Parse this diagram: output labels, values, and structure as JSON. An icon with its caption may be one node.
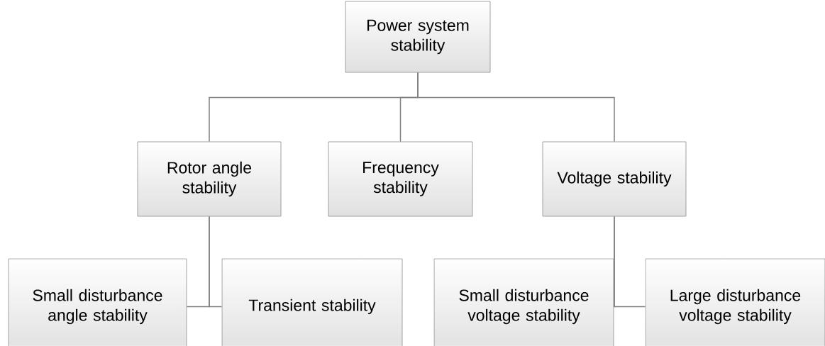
{
  "diagram": {
    "nodes": [
      {
        "text": [
          "Power system stability"
        ]
      },
      {
        "text": [
          "Rotor angle stability"
        ]
      },
      {
        "text": [
          "Frequency stability"
        ]
      },
      {
        "text": [
          "Voltage stability"
        ]
      },
      {
        "text": [
          "Small disturbance angle stability"
        ]
      },
      {
        "text": [
          "Transient stability"
        ]
      },
      {
        "text": [
          "Small disturbance voltage stability"
        ]
      },
      {
        "text": [
          "Large disturbance voltage stability"
        ]
      }
    ],
    "edges": [
      {
        "from": 0,
        "to": 1,
        "arrow": "none"
      },
      {
        "from": 0,
        "to": 2,
        "arrow": "none"
      },
      {
        "from": 0,
        "to": 3,
        "arrow": "none"
      },
      {
        "from": 1,
        "to": 4,
        "arrow": "none"
      },
      {
        "from": 1,
        "to": 5,
        "arrow": "none"
      },
      {
        "from": 3,
        "to": 6,
        "arrow": "none"
      },
      {
        "from": 3,
        "to": 7,
        "arrow": "none"
      }
    ]
  }
}
